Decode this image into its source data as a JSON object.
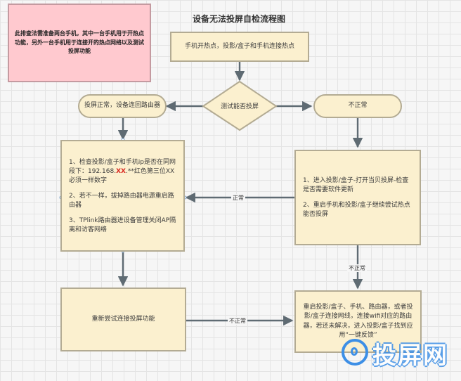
{
  "title": "设备无法投屏自检流程图",
  "note": "此排查法需准备两台手机，其中一台手机用于开热点功能，另外一台手机用于连接开的热点网络以及测试投屏功能",
  "start_box": "手机开热点，投影/盒子和手机连接热点",
  "decision": "测试能否投屏",
  "left_result": "投屏正常，设备连回路由器",
  "right_result": "不正常",
  "check_ip_box": {
    "p1_before": "1、检查投影/盒子和手机ip是否在同网段下：192.168.",
    "p1_highlight": "XX",
    "p1_after": ".**红色第三位XX必须一样数字",
    "p2": "2、若不一样，拔掉路由器电源重启路由器",
    "p3": "3、TPlink路由器进设备管理关闭AP隔离和访客网络"
  },
  "settings_box": {
    "p1": "1、进入投影/盒子-打开当贝投屏-检查是否需要软件更新",
    "p2": "2、重启手机和投影/盒子继续尝试热点能否投屏"
  },
  "retry_box": "重新尝试连接投屏功能",
  "final_box": "重启投影/盒子、手机、路由器，或者投影/盒子连接网线，连接wifi对应的路由器，若还未解决，进入投影/盒子找到应用“一键反馈”",
  "labels": {
    "normal": "正常",
    "abnormal_down": "不正常",
    "abnormal_left": "不正常"
  },
  "watermark": "投屏网",
  "colors": {
    "box_fill": "#fbf0cf",
    "box_border": "#b3ab93",
    "note_fill": "#ffc9cf",
    "arrow": "#5f6b73",
    "highlight": "#d8251d"
  }
}
